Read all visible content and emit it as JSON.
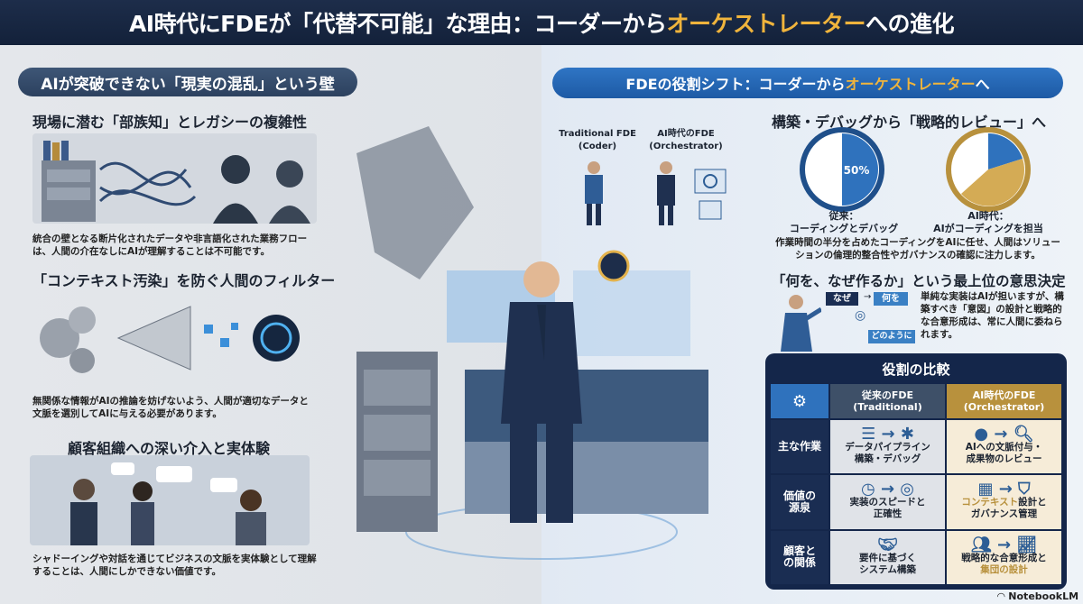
{
  "header": {
    "title_pre": "AI時代にFDEが「代替不可能」な理由：コーダーから",
    "title_accent": "オーケストレーター",
    "title_post": "への進化"
  },
  "left": {
    "banner": "AIが突破できない「現実の混乱」という壁",
    "sections": [
      {
        "heading": "現場に潜む「部族知」とレガシーの複雑性",
        "text": "統合の壁となる断片化されたデータや非言語化された業務フローは、人間の介在なしにAIが理解することは不可能です。"
      },
      {
        "heading": "「コンテキスト汚染」を防ぐ人間のフィルター",
        "text": "無関係な情報がAIの推論を妨げないよう、人間が適切なデータと文脈を選別してAIに与える必要があります。"
      },
      {
        "heading": "顧客組織への深い介入と実体験",
        "text": "シャドーイングや対話を通じてビジネスの文脈を実体験として理解することは、人間にしかできない価値です。"
      }
    ]
  },
  "right": {
    "banner_pre": "FDEの役割シフト：コーダーから",
    "banner_accent": "オーケストレーター",
    "banner_post": "へ",
    "figures": [
      {
        "label": "Traditional FDE\n(Coder)"
      },
      {
        "label": "AI時代のFDE\n(Orchestrator)"
      }
    ],
    "review": {
      "heading": "構築・デバッグから「戦略的レビュー」へ",
      "clock1": {
        "value": "50%",
        "fraction": 0.5,
        "label1": "従来：",
        "label2": "コーディングとデバッグ"
      },
      "clock2": {
        "fraction_ai": 0.2,
        "label1": "AI時代：",
        "label2": "AIがコーディングを担当"
      },
      "text": "作業時間の半分を占めたコーディングをAIに任せ、人間はソリューションの倫理的整合性やガバナンスの確認に注力します。"
    },
    "decision": {
      "heading": "「何を、なぜ作るか」という最上位の意思決定",
      "flow": [
        "なぜ",
        "何を",
        "どのように"
      ],
      "text": "単純な実装はAIが担いますが、構築すべき「意図」の設計と戦略的な合意形成は、常に人間に委ねられます。"
    },
    "comparison": {
      "title": "役割の比較",
      "col_traditional": "従来のFDE\n(Traditional)",
      "col_ai": "AI時代のFDE\n(Orchestrator)",
      "rows": [
        {
          "label": "主な作業",
          "traditional": "データパイプライン\n構築・デバッグ",
          "ai": "AIへの文脈付与・\n成果物のレビュー"
        },
        {
          "label": "価値の\n源泉",
          "traditional": "実装のスピードと\n正確性",
          "ai_accent": "コンテキスト",
          "ai": "設計と\nガバナンス管理"
        },
        {
          "label": "顧客と\nの関係",
          "traditional": "要件に基づく\nシステム構築",
          "ai": "戦略的な合意形成と\n",
          "ai_accent2": "集団の設計"
        }
      ]
    }
  },
  "footer": {
    "brand": "NotebookLM"
  },
  "colors": {
    "navy": "#13213a",
    "accent": "#f0b43c",
    "blue": "#2c6bb3",
    "gold": "#c9a44a"
  }
}
